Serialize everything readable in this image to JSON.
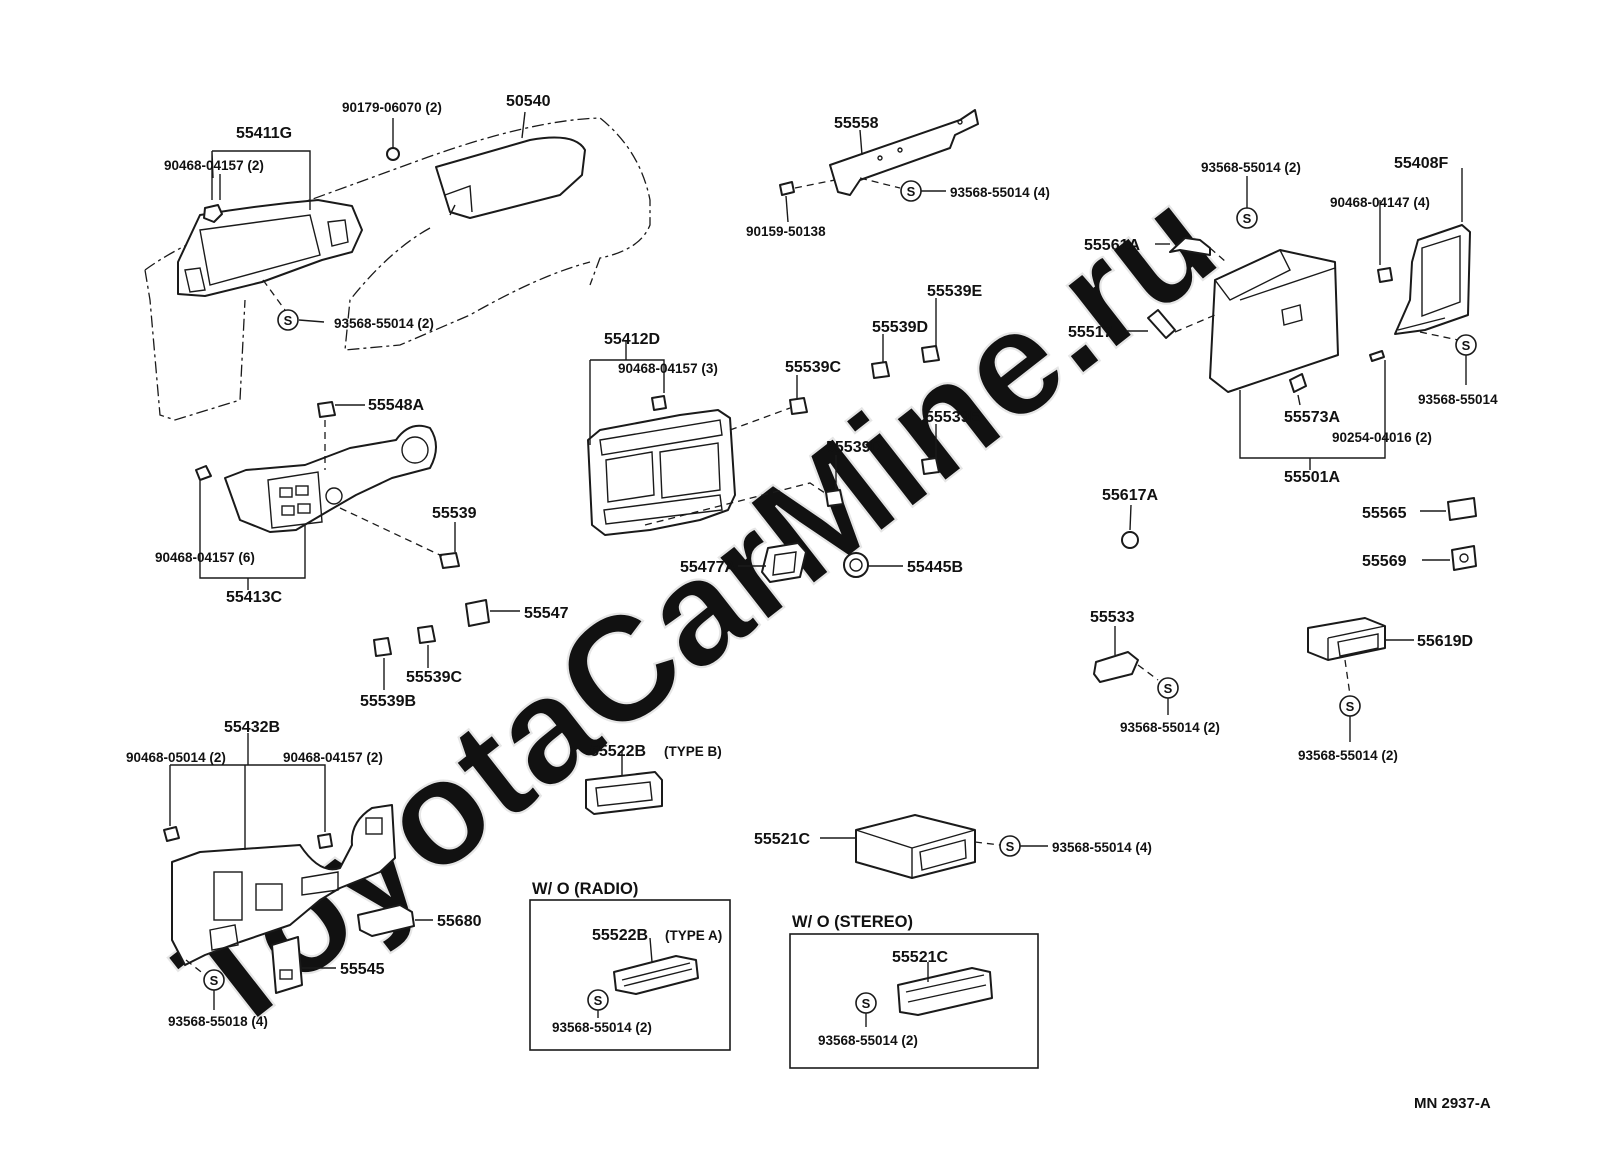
{
  "watermark": "ToyotaCarMine.ru",
  "diagram_code": "MN  2937-A",
  "screws_symbol": "S",
  "labels": {
    "l50540": "50540",
    "l90179": "90179-06070 (2)",
    "l55411G": "55411G",
    "l90468_2a": "90468-04157 (2)",
    "l93568_2a": "93568-55014 (2)",
    "l55548A": "55548A",
    "l90468_6": "90468-04157 (6)",
    "l55413C": "55413C",
    "l55539": "55539",
    "l55547": "55547",
    "l55539C_a": "55539C",
    "l55539B": "55539B",
    "l55432B": "55432B",
    "l90468_05014": "90468-05014 (2)",
    "l90468_2b": "90468-04157 (2)",
    "l55680": "55680",
    "l55545": "55545",
    "l93568_55018": "93568-55018 (4)",
    "l55558": "55558",
    "l93568_4a": "93568-55014 (4)",
    "l90159": "90159-50138",
    "l55412D": "55412D",
    "l90468_3": "90468-04157 (3)",
    "l55539C_b": "55539C",
    "l55539D_a": "55539D",
    "l55539E_a": "55539E",
    "l55539E_b": "55539E",
    "l55539D_b": "55539D",
    "l55477A": "55477A",
    "l55445B": "55445B",
    "l55522B_B": "55522B",
    "l55522B_B_type": "(TYPE  B)",
    "l55521C": "55521C",
    "l93568_4b": "93568-55014 (4)",
    "box_radio_title": "W/ O (RADIO)",
    "l55522B_A": "55522B",
    "l55522B_A_type": "(TYPE  A)",
    "l93568_radio": "93568-55014 (2)",
    "box_stereo_title": "W/ O (STEREO)",
    "l55521C_b": "55521C",
    "l93568_stereo": "93568-55014 (2)",
    "l93568_2b": "93568-55014 (2)",
    "l55408F": "55408F",
    "l90468_04147": "90468-04147 (4)",
    "l55561A": "55561A",
    "l55517": "55517",
    "l93568_single": "93568-55014",
    "l55573A": "55573A",
    "l90254": "90254-04016 (2)",
    "l55501A": "55501A",
    "l55617A": "55617A",
    "l55565": "55565",
    "l55569": "55569",
    "l55533": "55533",
    "l93568_2c": "93568-55014 (2)",
    "l55619D": "55619D",
    "l93568_2d": "93568-55014 (2)"
  }
}
